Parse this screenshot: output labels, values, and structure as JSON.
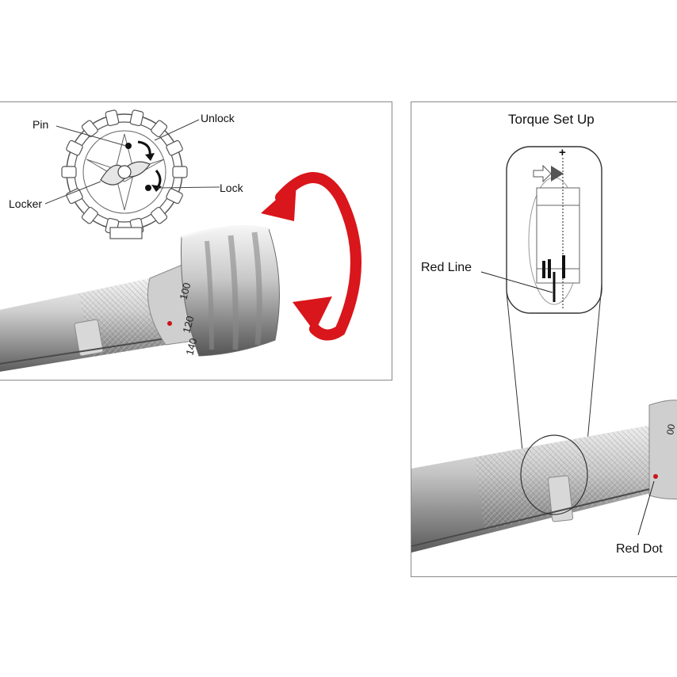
{
  "left_panel": {
    "callouts": {
      "pin": "Pin",
      "unlock": "Unlock",
      "locker": "Locker",
      "lock": "Lock"
    },
    "scale_marks": [
      "100",
      "120",
      "140"
    ]
  },
  "right_panel": {
    "title": "Torque Set Up",
    "plus_sign": "+",
    "callouts": {
      "red_line": "Red Line",
      "red_dot": "Red Dot"
    },
    "scale_marks": [
      "00"
    ]
  },
  "colors": {
    "arrow_red": "#d9161b",
    "metal_light": "#e2e2e2",
    "metal_mid": "#b4b4b4",
    "metal_dark": "#6e6e6e",
    "border": "#8a8a8a"
  }
}
